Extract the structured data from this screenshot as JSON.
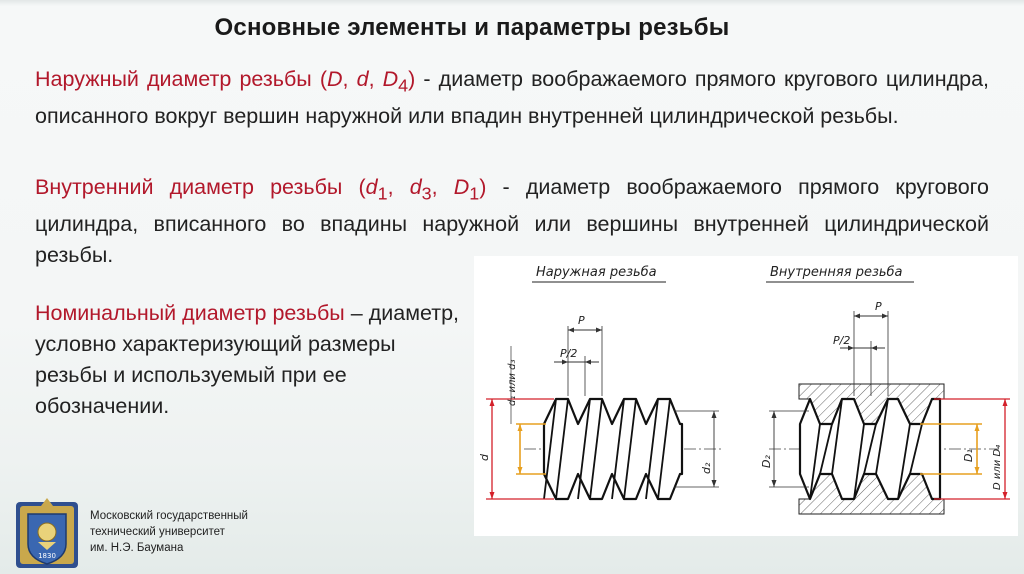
{
  "slide": {
    "title": "Основные элементы и параметры резьбы"
  },
  "outer_diameter": {
    "term": "Наружный диаметр резьбы",
    "vars": [
      {
        "base": "D",
        "sub": ""
      },
      {
        "base": "d",
        "sub": ""
      },
      {
        "base": "D",
        "sub": "4"
      }
    ],
    "definition": "диаметр воображаемого прямого кругового цилиндра, описанного вокруг вершин наружной или впадин внутренней цилиндрической резьбы."
  },
  "inner_diameter": {
    "term": "Внутренний диаметр резьбы",
    "vars": [
      {
        "base": "d",
        "sub": "1"
      },
      {
        "base": "d",
        "sub": "3"
      },
      {
        "base": "D",
        "sub": "1"
      }
    ],
    "definition": "диаметр воображаемого прямого кругового цилиндра, вписанного во впадины наружной или вершины внутренней цилиндрической резьбы."
  },
  "nominal_diameter": {
    "term": "Номинальный диаметр резьбы",
    "dash": "–",
    "definition": "диаметр, условно характеризующий размеры резьбы и используемый при ее обозначении."
  },
  "figure": {
    "left_caption": "Наружная резьба",
    "right_caption": "Внутренняя резьба",
    "labels": {
      "pitch": "P",
      "half_pitch": "P/2",
      "left_outer": "d",
      "left_inner": "d₁ или d₃",
      "left_pitch_diam": "d₂",
      "right_pitch_diam": "D₂",
      "right_inner": "D₁",
      "right_outer": "D или D₄"
    },
    "colors": {
      "red_dim": "#d4202a",
      "orange_dim": "#e7a020",
      "line": "#111111"
    }
  },
  "footer": {
    "university_lines": [
      "Московский государственный",
      "технический университет",
      "им. Н.Э. Баумана"
    ],
    "emblem_year": "1830",
    "emblem_icon": "bmstu-coat-of-arms-icon"
  }
}
